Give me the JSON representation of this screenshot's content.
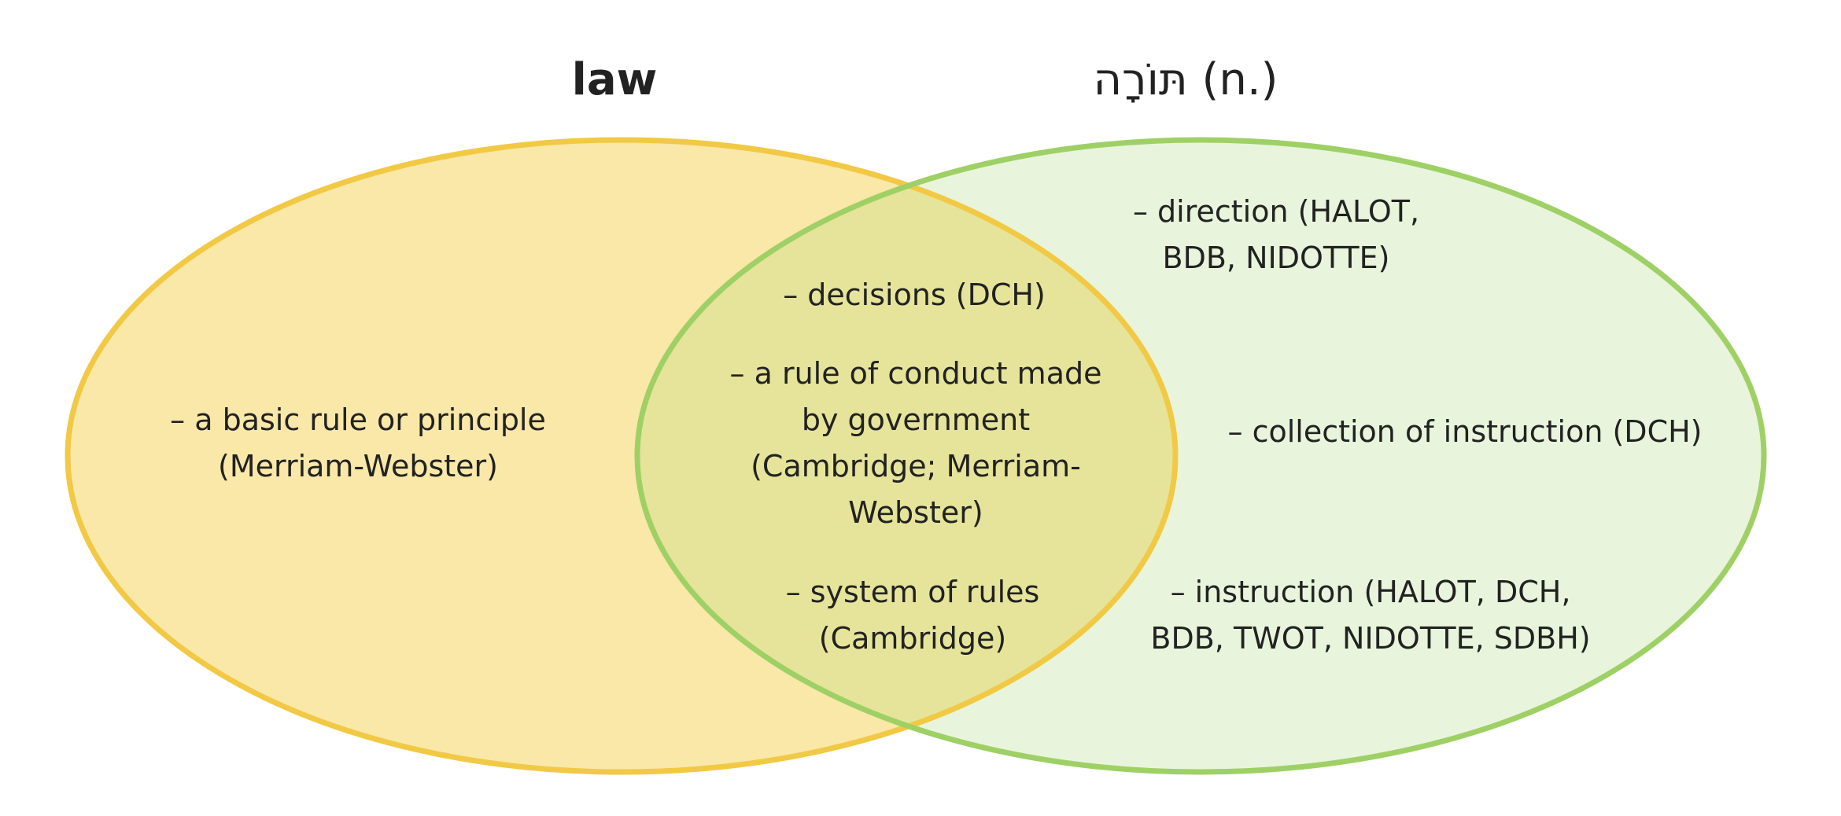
{
  "colors": {
    "law_fill": "#f9e8a8",
    "law_stroke": "#f1c945",
    "torah_fill": "#e8f5dc",
    "torah_stroke": "#9fd066",
    "overlap_fill": "#e6e49a"
  },
  "sets": {
    "law": {
      "title": "law"
    },
    "torah": {
      "title": "תּוֹרָה (n.)"
    }
  },
  "regions": {
    "law_only": [
      {
        "lines": [
          "– a basic rule or principle",
          "(Merriam-Webster)"
        ]
      }
    ],
    "overlap": [
      {
        "lines": [
          "– decisions (DCH)"
        ]
      },
      {
        "lines": [
          "– a rule of conduct made",
          "by government",
          "(Cambridge; Merriam-",
          "Webster)"
        ]
      },
      {
        "lines": [
          "– system of rules",
          "(Cambridge)"
        ]
      }
    ],
    "torah_only": [
      {
        "lines": [
          "– direction (HALOT,",
          "BDB, NIDOTTE)"
        ]
      },
      {
        "lines": [
          "– collection of instruction (DCH)"
        ]
      },
      {
        "lines": [
          "– instruction (HALOT, DCH,",
          "BDB, TWOT, NIDOTTE, SDBH)"
        ]
      }
    ]
  }
}
